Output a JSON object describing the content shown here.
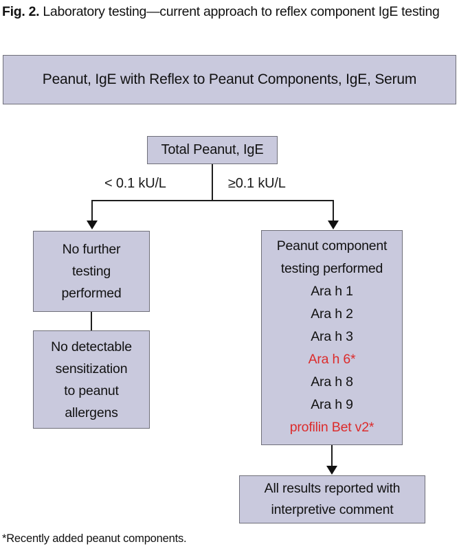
{
  "figure": {
    "label": "Fig. 2.",
    "caption": "Laboratory testing—current approach to reflex component IgE testing",
    "footnote": "*Recently added peanut components."
  },
  "colors": {
    "box_fill": "#c9c9dd",
    "box_border": "#6e6e78",
    "text": "#111111",
    "highlight_red": "#dc2b2b",
    "connector": "#1d1d1d",
    "background": "#ffffff"
  },
  "flowchart": {
    "header_box": {
      "text": "Peanut, IgE with Reflex to Peanut Components, IgE, Serum"
    },
    "decision_box": {
      "text": "Total Peanut, IgE"
    },
    "branch_labels": {
      "left": "< 0.1 kU/L",
      "right": "≥0.1 kU/L"
    },
    "left_branch": {
      "box1": {
        "lines": [
          "No further",
          "testing",
          "performed"
        ]
      },
      "box2": {
        "lines": [
          "No detectable",
          "sensitization",
          "to peanut",
          "allergens"
        ]
      }
    },
    "right_branch": {
      "box": {
        "lines": [
          {
            "text": "Peanut component",
            "highlighted": false
          },
          {
            "text": "testing performed",
            "highlighted": false
          },
          {
            "text": "Ara h 1",
            "highlighted": false
          },
          {
            "text": "Ara h 2",
            "highlighted": false
          },
          {
            "text": "Ara h 3",
            "highlighted": false
          },
          {
            "text": "Ara h 6*",
            "highlighted": true
          },
          {
            "text": "Ara h 8",
            "highlighted": false
          },
          {
            "text": "Ara h 9",
            "highlighted": false
          },
          {
            "text": "profilin Bet v2*",
            "highlighted": true
          }
        ]
      }
    },
    "final_box": {
      "lines": [
        "All results reported with",
        "interpretive comment"
      ]
    }
  }
}
